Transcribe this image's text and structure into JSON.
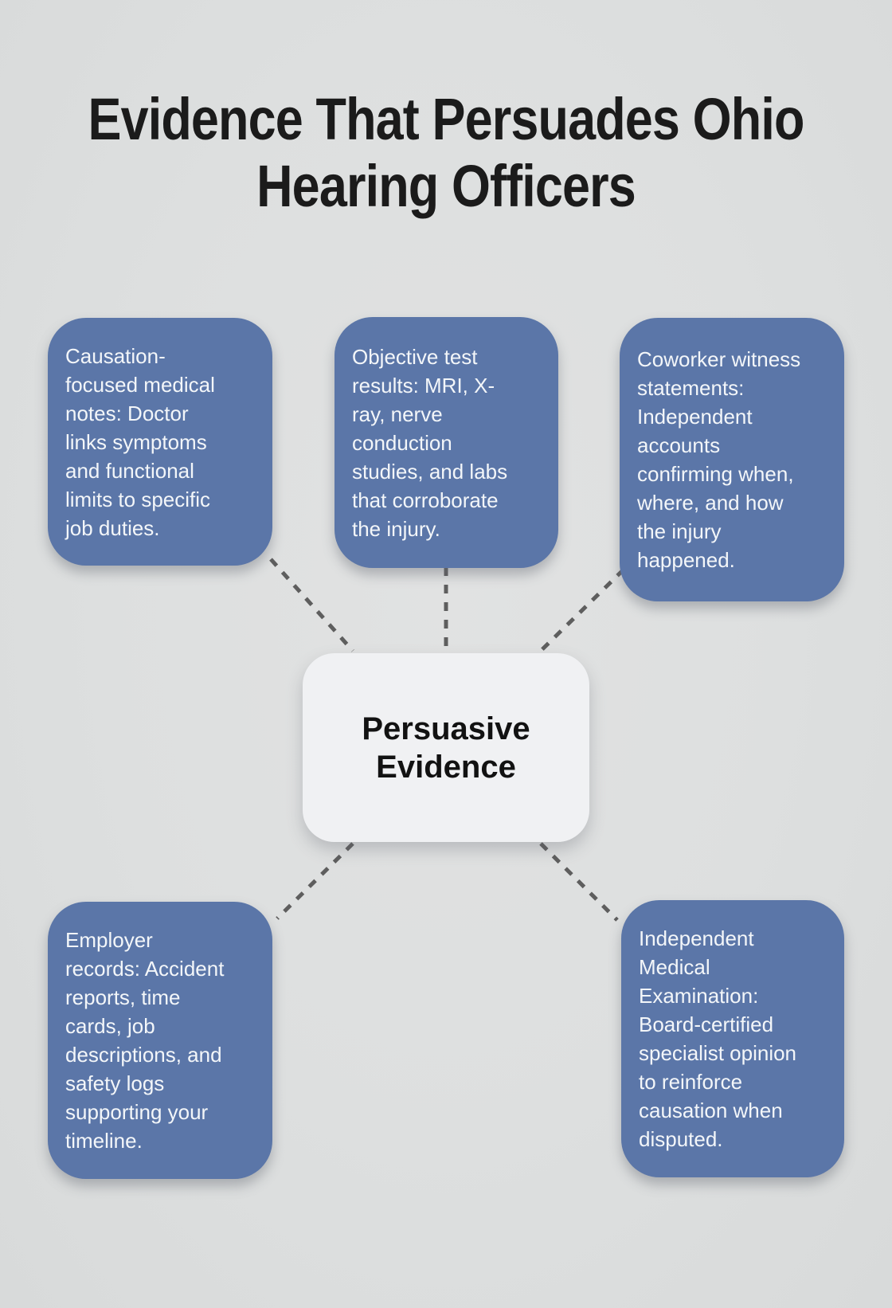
{
  "title": {
    "lines": [
      "Evidence That Persuades Ohio",
      "Hearing Officers"
    ]
  },
  "hub": {
    "lines": [
      "Persuasive",
      "Evidence"
    ]
  },
  "nodes": [
    {
      "id": "causation-focused-medical-notes",
      "lines": [
        "Causation-",
        "focused medical",
        "notes: Doctor",
        "links symptoms",
        "and functional",
        "limits to specific",
        "job duties."
      ]
    },
    {
      "id": "objective-test-results",
      "lines": [
        "Objective test",
        "results: MRI, X-",
        "ray, nerve",
        "conduction",
        "studies, and labs",
        "that corroborate",
        "the injury."
      ]
    },
    {
      "id": "coworker-witness-statements",
      "lines": [
        "Coworker witness",
        "statements:",
        "Independent",
        "accounts",
        "confirming when,",
        "where, and how",
        "the injury",
        "happened."
      ]
    },
    {
      "id": "employer-records",
      "lines": [
        "Employer",
        "records: Accident",
        "reports, time",
        "cards, job",
        "descriptions, and",
        "safety logs",
        "supporting your",
        "timeline."
      ]
    },
    {
      "id": "independent-medical-examination",
      "lines": [
        "Independent",
        "Medical",
        "Examination:",
        "Board-certified",
        "specialist opinion",
        "to reinforce",
        "causation when",
        "disputed."
      ]
    }
  ],
  "colors": {
    "background": "#dddfdf",
    "node_fill": "#5b76a8",
    "node_text": "#f3f6f9",
    "hub_fill": "#f0f1f3",
    "hub_text": "#121212",
    "title_text": "#1b1b1b",
    "connector": "#5e5e5e"
  }
}
